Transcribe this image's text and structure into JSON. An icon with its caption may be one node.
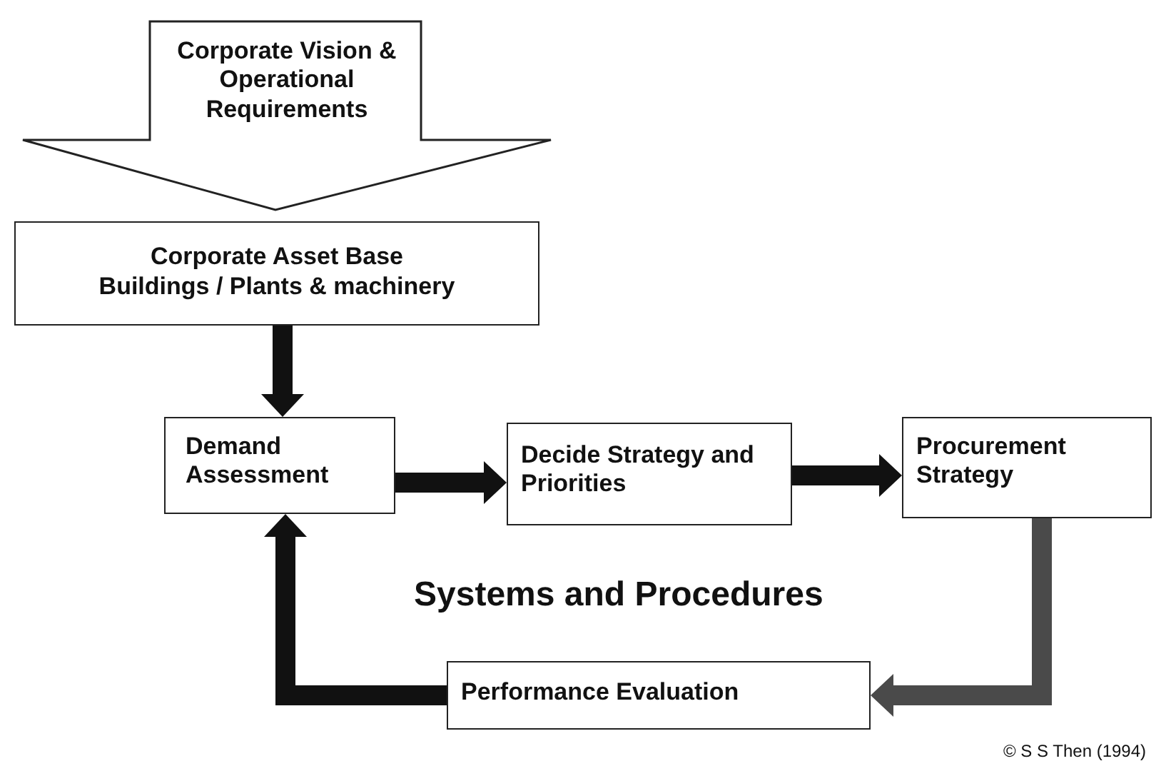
{
  "diagram": {
    "nodes": [
      {
        "text": [
          "Corporate Vision & Operational Requirements"
        ]
      },
      {
        "text": [
          "Corporate Asset Base",
          "Buildings / Plants & machinery"
        ]
      },
      {
        "text": [
          "Demand Assessment"
        ]
      },
      {
        "text": [
          "Decide Strategy and Priorities"
        ]
      },
      {
        "text": [
          "Procurement Strategy"
        ]
      },
      {
        "text": [
          "Performance Evaluation"
        ]
      }
    ],
    "edges": [
      {
        "from": 1,
        "to": 2,
        "arrow": "to",
        "style": "thick"
      },
      {
        "from": 2,
        "to": 3,
        "arrow": "to",
        "style": "thick"
      },
      {
        "from": 3,
        "to": 4,
        "arrow": "to",
        "style": "thick"
      },
      {
        "from": 4,
        "to": 5,
        "arrow": "to",
        "style": "thick",
        "color": "#4a4a4a"
      },
      {
        "from": 5,
        "to": 2,
        "arrow": "to",
        "style": "thick"
      }
    ],
    "labels": [
      "Systems and Procedures",
      "© S S Then (1994)"
    ]
  }
}
